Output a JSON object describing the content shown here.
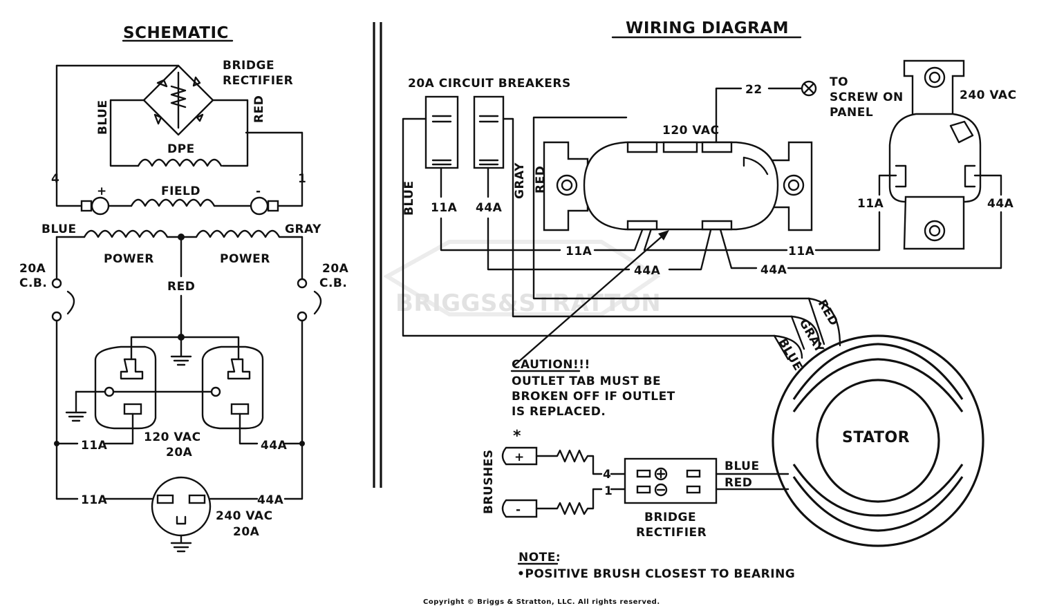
{
  "schematic": {
    "title": "SCHEMATIC",
    "bridge_rectifier": [
      "BRIDGE",
      "RECTIFIER"
    ],
    "blue": "BLUE",
    "red": "RED",
    "gray": "GRAY",
    "dpe": "DPE",
    "field": "FIELD",
    "plus": "+",
    "minus": "-",
    "terminal_4": "4",
    "terminal_1": "1",
    "power_left": "POWER",
    "power_right": "POWER",
    "cb_left": [
      "20A",
      "C.B."
    ],
    "cb_right": [
      "20A",
      "C.B."
    ],
    "wire_11a_top": "11A",
    "wire_44a_top": "44A",
    "outlet_120": [
      "120 VAC",
      "20A"
    ],
    "wire_11a_bottom": "11A",
    "wire_44a_bottom": "44A",
    "outlet_240": [
      "240 VAC",
      "20A"
    ]
  },
  "wiring": {
    "title": "WIRING DIAGRAM",
    "breakers_label": "20A CIRCUIT BREAKERS",
    "wire_22": "22",
    "screw_note": [
      "TO",
      "SCREW ON",
      "PANEL"
    ],
    "outlet_120_label": "120 VAC",
    "outlet_240_label": "240 VAC",
    "blue": "BLUE",
    "gray": "GRAY",
    "red": "RED",
    "wire_11a": "11A",
    "wire_44a": "44A",
    "run_11a_left": "11A",
    "run_11a_right": "11A",
    "run_44a_left": "44A",
    "run_44a_right": "44A",
    "r240_11a": "11A",
    "r240_44a": "44A",
    "stator_red": "RED",
    "stator_gray": "GRAY",
    "stator_blue": "BLUE",
    "caution_title": "CAUTION!!!",
    "caution_lines": [
      "OUTLET TAB MUST BE",
      "BROKEN OFF IF OUTLET",
      "IS REPLACED."
    ],
    "stator": "STATOR",
    "brushes": "BRUSHES",
    "asterisk": "*",
    "brush_plus": "+",
    "brush_minus": "-",
    "terminal_4": "4",
    "terminal_1": "1",
    "rect_blue": "BLUE",
    "rect_red": "RED",
    "bridge_rectifier": [
      "BRIDGE",
      "RECTIFIER"
    ],
    "note_title": "NOTE:",
    "note_text": "•POSITIVE BRUSH CLOSEST TO BEARING"
  },
  "watermark": "BRIGGS&STRATTON",
  "copyright": "Copyright © Briggs & Stratton, LLC. All rights reserved."
}
